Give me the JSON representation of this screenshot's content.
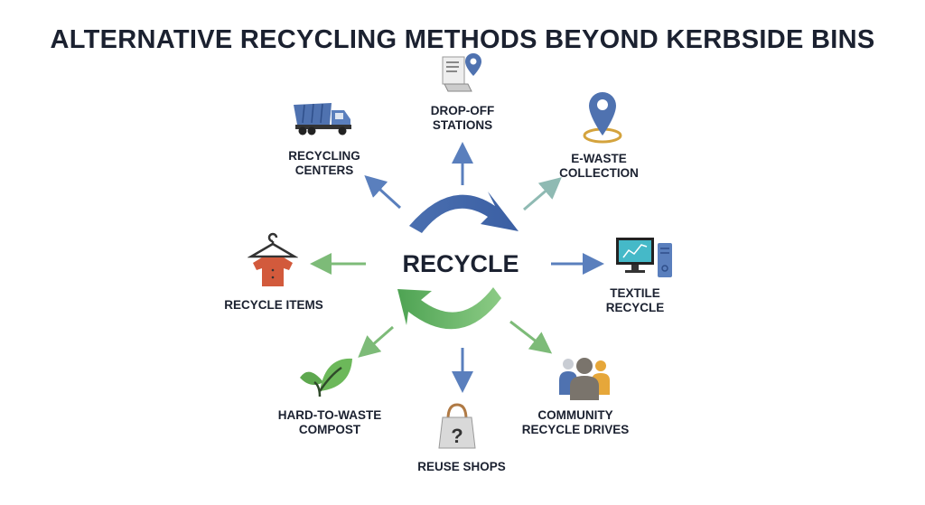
{
  "title": "ALTERNATIVE RECYCLING METHODS BEYOND KERBSIDE BINS",
  "center": "RECYCLE",
  "nodes": {
    "drop_off": [
      "DROP-OFF",
      "STATIONS"
    ],
    "recycling_centers": [
      "RECYCLING",
      "CENTERS"
    ],
    "e_waste": [
      "E-WASTE",
      "COLLECTION"
    ],
    "recycle_items": [
      "RECYCLE ITEMS"
    ],
    "textile": [
      "TEXTILE",
      "RECYCLE"
    ],
    "compost": [
      "HARD-TO-WASTE",
      "COMPOST"
    ],
    "reuse": [
      "REUSE SHOPS"
    ],
    "community": [
      "COMMUNITY",
      "RECYCLE DRIVES"
    ]
  },
  "colors": {
    "blue": "#4f72b0",
    "green": "#6fb36a",
    "teal": "#8fb8b0",
    "text": "#1b2130"
  }
}
